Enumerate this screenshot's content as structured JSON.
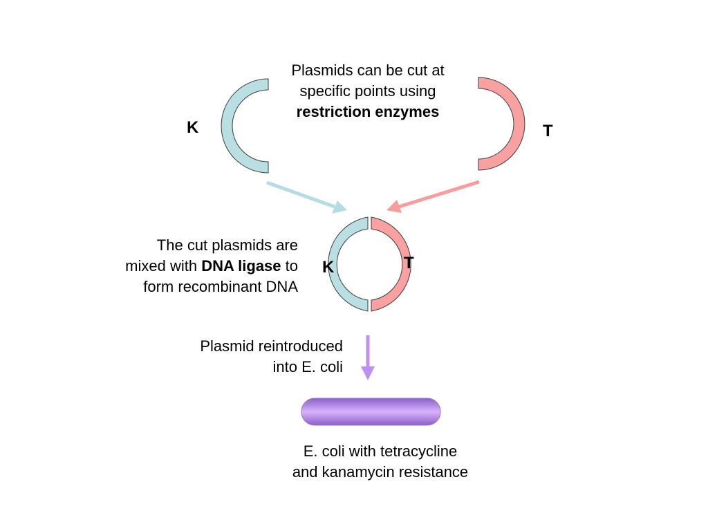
{
  "top_caption": {
    "line1": "Plasmids can be cut at",
    "line2": "specific points using",
    "line3_bold": "restriction enzymes"
  },
  "mix_caption": {
    "line1": "The cut plasmids are",
    "line2_pre": "mixed with ",
    "line2_bold": "DNA ligase",
    "line2_post": " to",
    "line3": "form recombinant DNA"
  },
  "reintro_caption": {
    "line1": "Plasmid reintroduced",
    "line2": "into E. coli"
  },
  "bottom_caption": {
    "line1": "E. coli with tetracycline",
    "line2": "and kanamycin resistance"
  },
  "labels": {
    "k_top": "K",
    "t_top": "T",
    "k_ring": "K",
    "t_ring": "T"
  },
  "colors": {
    "k_fill": "#b9dfe3",
    "t_fill": "#f9a0a0",
    "k_arrow": "#b3dde3",
    "t_arrow": "#f99c9c",
    "purple_arrow": "#c08ff3",
    "bacterium": "#b07ee8"
  }
}
